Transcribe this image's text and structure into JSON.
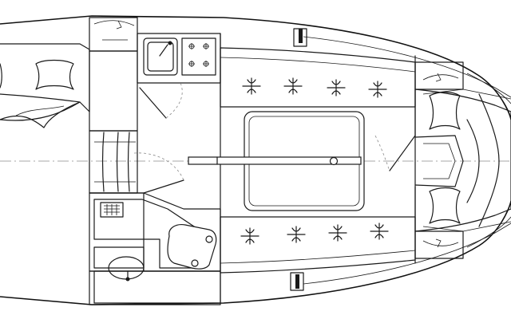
{
  "colors": {
    "line": "#1a1a1a",
    "background": "#ffffff",
    "guide": "#8a8a8a"
  },
  "plan": {
    "compartments": [
      "forward-v-berth",
      "head",
      "galley",
      "companionway-steps",
      "saloon",
      "chart-table",
      "aft-cabin"
    ],
    "icons": [
      "pillow-icon",
      "sink-icon",
      "stove-icon",
      "toilet-icon",
      "button-tuft-icon",
      "hatch-icon",
      "door-swing-icon"
    ]
  }
}
